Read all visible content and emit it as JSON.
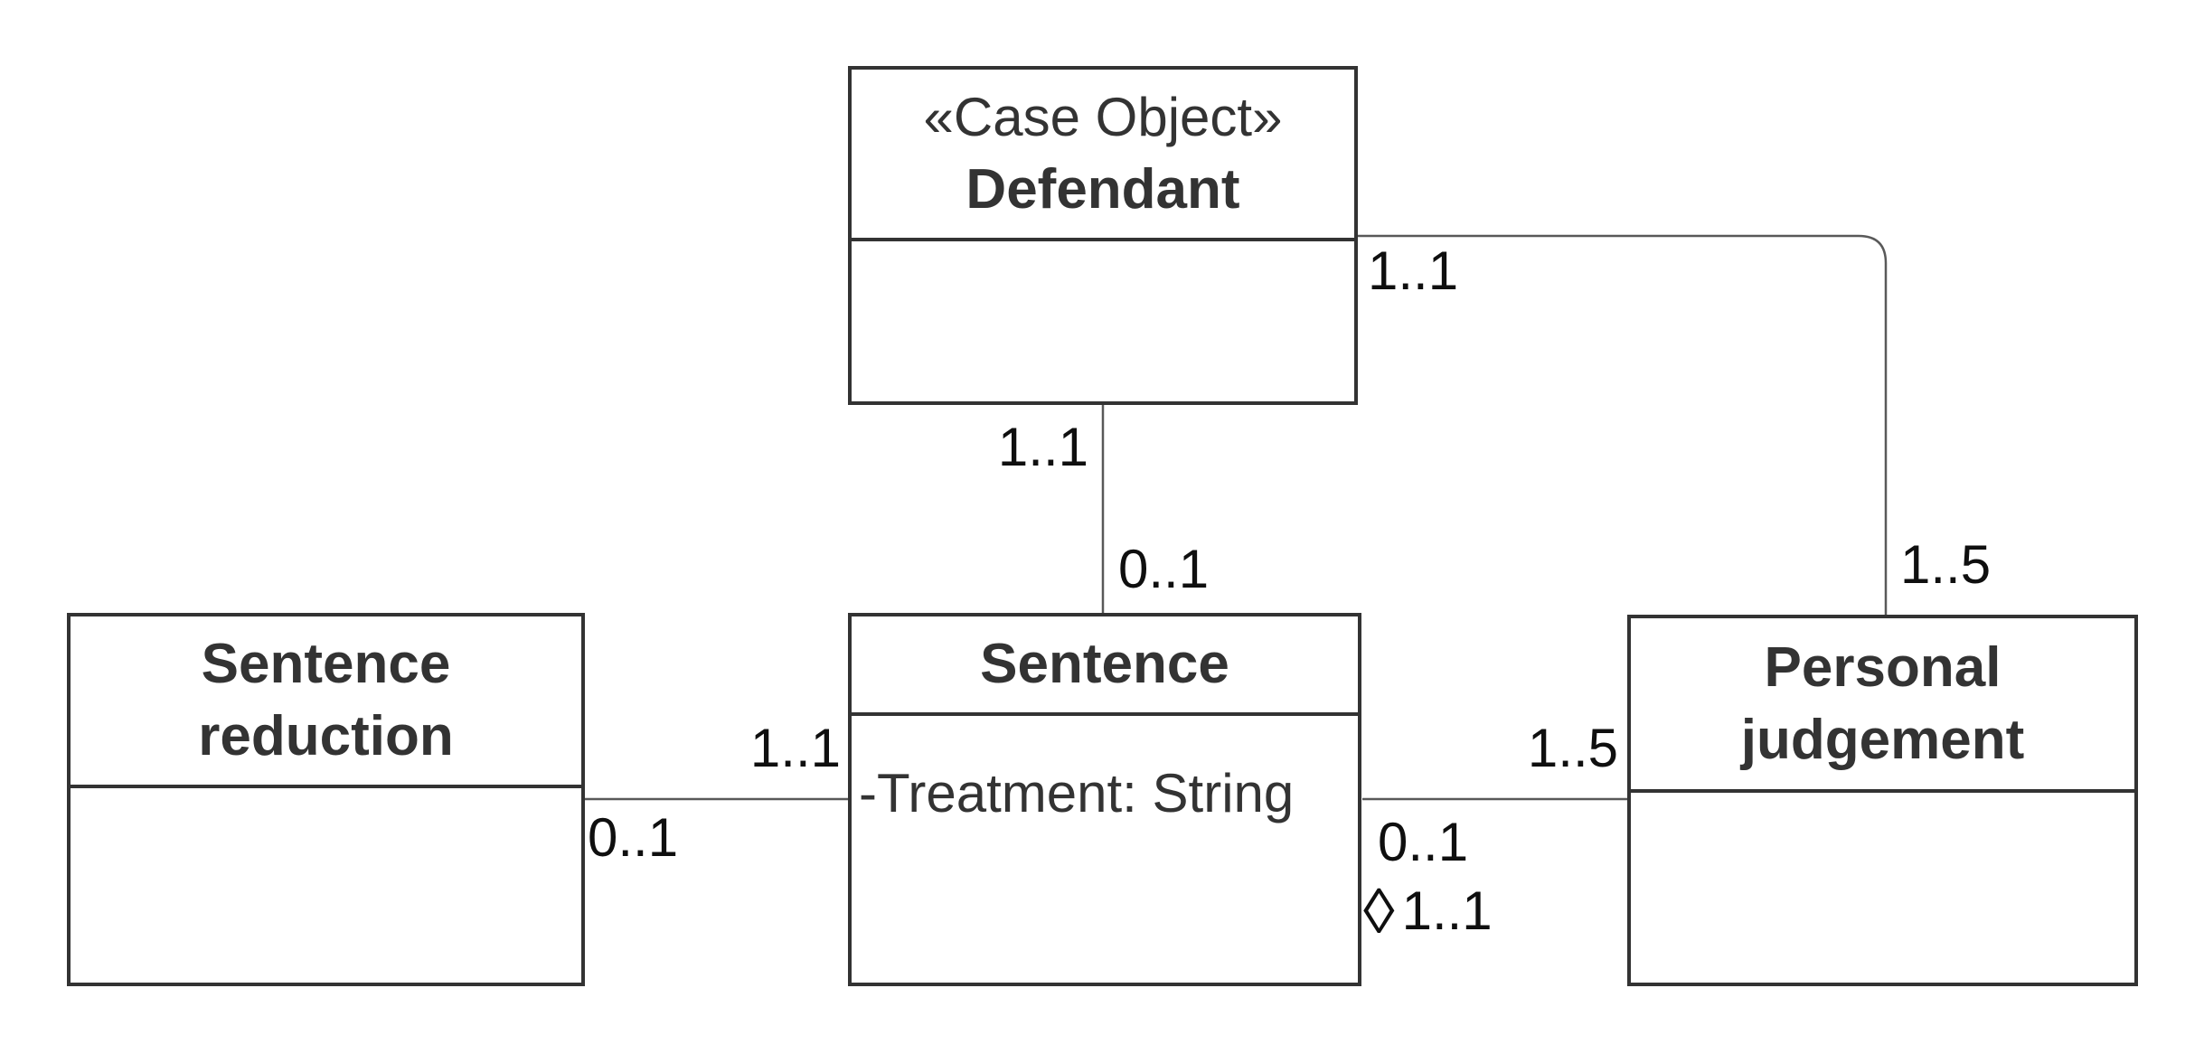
{
  "colors": {
    "background": "#ffffff",
    "box_border": "#333333",
    "box_fill": "#ffffff",
    "connector": "#595959",
    "title_text": "#333333",
    "label_text": "#0f0f0f"
  },
  "classes": {
    "defendant": {
      "stereotype": "«Case Object»",
      "name": "Defendant",
      "attributes": []
    },
    "sentence_reduction": {
      "name": "Sentence reduction",
      "name_lines": [
        "Sentence",
        "reduction"
      ],
      "attributes": []
    },
    "sentence": {
      "name": "Sentence",
      "attributes": [
        "-Treatment: String"
      ]
    },
    "personal_judgement": {
      "name": "Personal judgement",
      "name_lines": [
        "Personal",
        "judgement"
      ],
      "attributes": []
    }
  },
  "associations": {
    "defendant_sentence": {
      "source_multiplicity": "1..1",
      "target_multiplicity": "0..1"
    },
    "defendant_personal_judgement": {
      "source_multiplicity": "1..1",
      "target_multiplicity": "1..5"
    },
    "sentence_reduction_sentence": {
      "source_multiplicity": "0..1",
      "target_multiplicity": "1..1"
    },
    "sentence_personal_judgement": {
      "source_multiplicity": "0..1",
      "aggregation_multiplicity": "1..1",
      "target_multiplicity": "1..5"
    }
  },
  "icons": {
    "aggregation_diamond": "◊"
  }
}
